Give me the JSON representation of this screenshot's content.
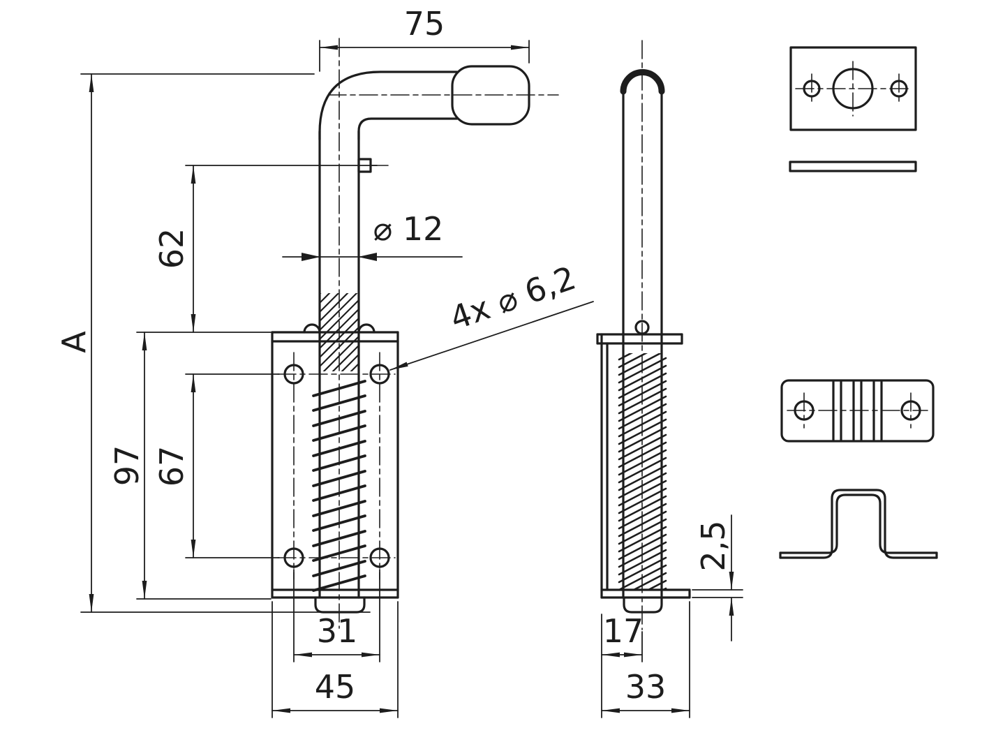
{
  "drawing": {
    "background_color": "#ffffff",
    "line_color": "#1d1d1d",
    "front_view": {
      "dim_handle_length": "75",
      "dim_pin_to_plate": "62",
      "dim_overall": "A",
      "dim_plate_height": "97",
      "dim_hole_pitch_vertical": "67",
      "callout_shaft_diameter": "⌀ 12",
      "callout_holes": "4x ⌀ 6,2",
      "dim_hole_pitch_horizontal": "31",
      "dim_plate_width": "45"
    },
    "side_view": {
      "dim_axis_offset": "17",
      "dim_depth": "33",
      "dim_base_thickness": "2,5"
    }
  }
}
